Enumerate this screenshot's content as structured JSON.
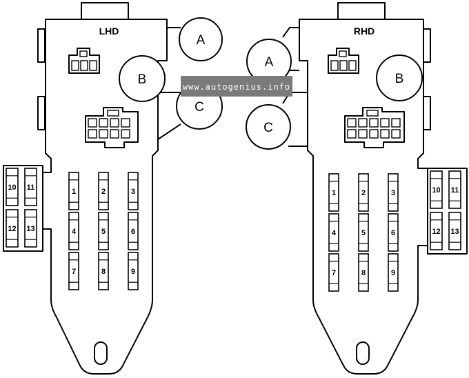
{
  "panels": [
    {
      "id": "lhd",
      "label": "LHD",
      "connectors": [
        "A",
        "B",
        "C"
      ],
      "main_fuses": [
        "1",
        "2",
        "3",
        "4",
        "5",
        "6",
        "7",
        "8",
        "9"
      ],
      "side_fuses": [
        "10",
        "11",
        "12",
        "13"
      ]
    },
    {
      "id": "rhd",
      "label": "RHD",
      "connectors": [
        "A",
        "B",
        "C"
      ],
      "main_fuses": [
        "1",
        "2",
        "3",
        "4",
        "5",
        "6",
        "7",
        "8",
        "9"
      ],
      "side_fuses": [
        "10",
        "11",
        "12",
        "13"
      ]
    }
  ],
  "watermark": "www.autogenius.info"
}
